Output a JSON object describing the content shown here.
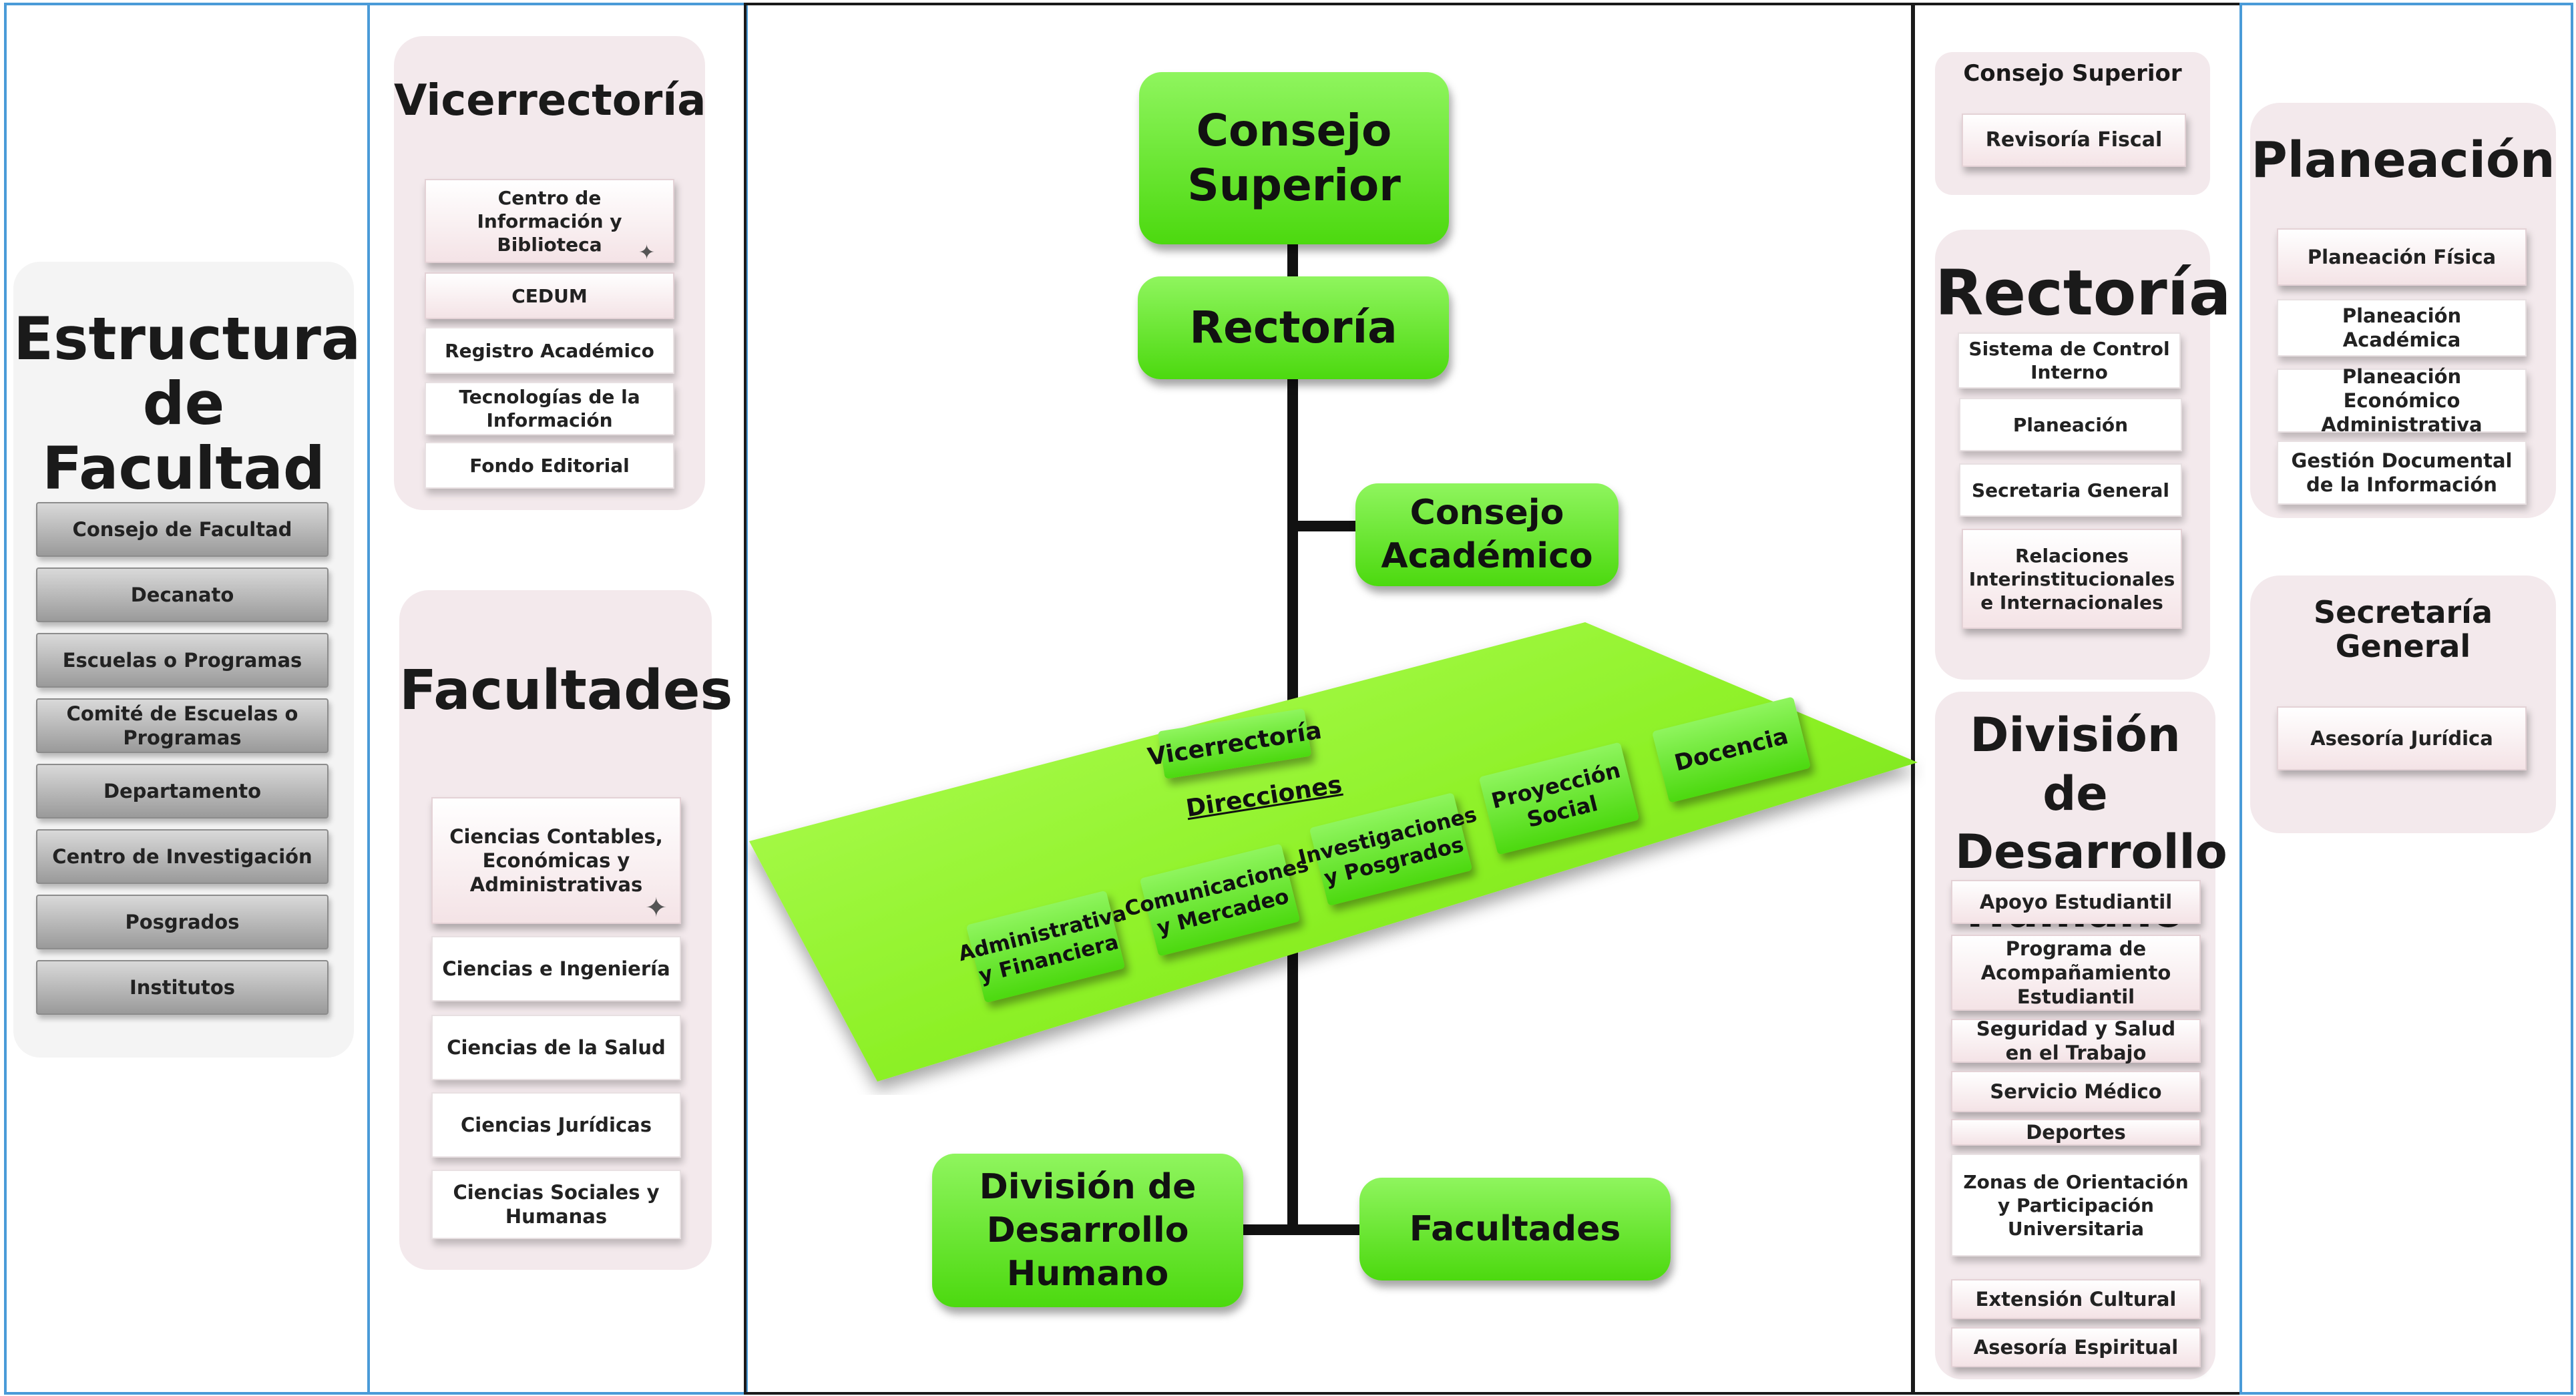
{
  "estructura": {
    "title_line1": "Estructura",
    "title_line2": "de Facultad",
    "items": [
      "Consejo de Facultad",
      "Decanato",
      "Escuelas  o Programas",
      "Comité de Escuelas o Programas",
      "Departamento",
      "Centro de Investigación",
      "Posgrados",
      "Institutos"
    ]
  },
  "vicerrectoria": {
    "title": "Vicerrectoría",
    "items": [
      "Centro de Información y Biblioteca",
      "CEDUM",
      "Registro Académico",
      "Tecnologías de la Información",
      "Fondo Editorial"
    ]
  },
  "facultades_panel": {
    "title": "Facultades",
    "items": [
      "Ciencias Contables, Económicas y Administrativas",
      "Ciencias e Ingeniería",
      "Ciencias de la Salud",
      "Ciencias Jurídicas",
      "Ciencias Sociales y Humanas"
    ]
  },
  "org_chart": {
    "consejo_superior": "Consejo Superior",
    "rectoria": "Rectoría",
    "consejo_academico": "Consejo Académico",
    "plane": {
      "vicerrectoria": "Vicerrectoría",
      "direcciones": "Direcciones",
      "docencia": "Docencia",
      "proyeccion": "Proyección Social",
      "investigaciones": "Investigaciones y Posgrados",
      "comunicaciones": "Comunicaciones y Mercadeo",
      "administrativa": "Administrativa y Financiera"
    },
    "division": "División de Desarrollo Humano",
    "facultades": "Facultades"
  },
  "consejo_superior_panel": {
    "title": "Consejo Superior",
    "items": [
      "Revisoría Fiscal"
    ]
  },
  "rectoria_panel": {
    "title": "Rectoría",
    "items": [
      "Sistema de Control Interno",
      "Planeación",
      "Secretaria General",
      "Relaciones Interinstitucionales e Internacionales"
    ]
  },
  "division_panel": {
    "title": "División de Desarrollo Humano",
    "items": [
      "Apoyo Estudiantil",
      "Programa de Acompañamiento Estudiantil",
      "Seguridad y Salud en el Trabajo",
      "Servicio Médico",
      "Deportes",
      "Zonas de Orientación y Participación Universitaria",
      "Extensión Cultural",
      "Asesoría Espiritual"
    ]
  },
  "planeacion_panel": {
    "title": "Planeación",
    "items": [
      "Planeación Física",
      "Planeación Académica",
      "Planeación Económico Administrativa",
      "Gestión Documental de la Información"
    ]
  },
  "secretaria_panel": {
    "title": "Secretaría General",
    "items": [
      "Asesoría Jurídica"
    ]
  }
}
